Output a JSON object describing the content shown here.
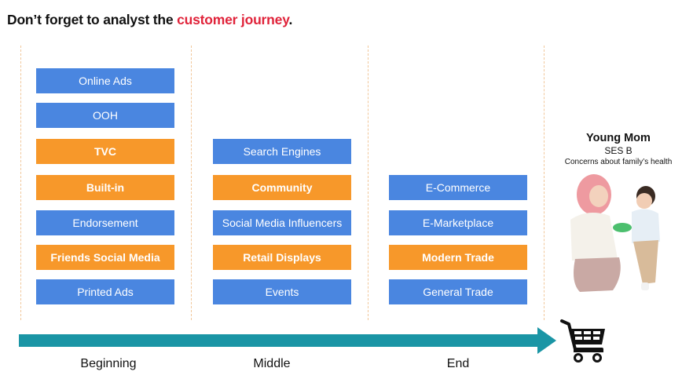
{
  "title": {
    "prefix": "Don’t forget to analyst the ",
    "highlight": "customer journey",
    "suffix": "."
  },
  "colors": {
    "blue": "#4a86e0",
    "orange": "#f7982a",
    "accent": "#e0233a",
    "arrow": "#1a95a5",
    "divider": "#f1c79a"
  },
  "stages": {
    "beginning": {
      "label": "Beginning",
      "items": [
        {
          "label": "Online Ads",
          "type": "blue"
        },
        {
          "label": "OOH",
          "type": "blue"
        },
        {
          "label": "TVC",
          "type": "orange"
        },
        {
          "label": "Built-in",
          "type": "orange"
        },
        {
          "label": "Endorsement",
          "type": "blue"
        },
        {
          "label": "Friends Social Media",
          "type": "orange"
        },
        {
          "label": "Printed Ads",
          "type": "blue"
        }
      ]
    },
    "middle": {
      "label": "Middle",
      "items": [
        {
          "label": "Search Engines",
          "type": "blue"
        },
        {
          "label": "Community",
          "type": "orange"
        },
        {
          "label": "Social Media Influencers",
          "type": "blue"
        },
        {
          "label": "Retail Displays",
          "type": "orange"
        },
        {
          "label": "Events",
          "type": "blue"
        }
      ]
    },
    "end": {
      "label": "End",
      "items": [
        {
          "label": "E-Commerce",
          "type": "blue"
        },
        {
          "label": "E-Marketplace",
          "type": "blue"
        },
        {
          "label": "Modern Trade",
          "type": "orange"
        },
        {
          "label": "General Trade",
          "type": "blue"
        }
      ]
    }
  },
  "persona": {
    "name": "Young Mom",
    "ses": "SES B",
    "concern": "Concerns about family’s health",
    "image": "mother-and-child-photo"
  },
  "icons": {
    "arrow": "right-arrow-icon",
    "cart": "shopping-cart-icon"
  }
}
